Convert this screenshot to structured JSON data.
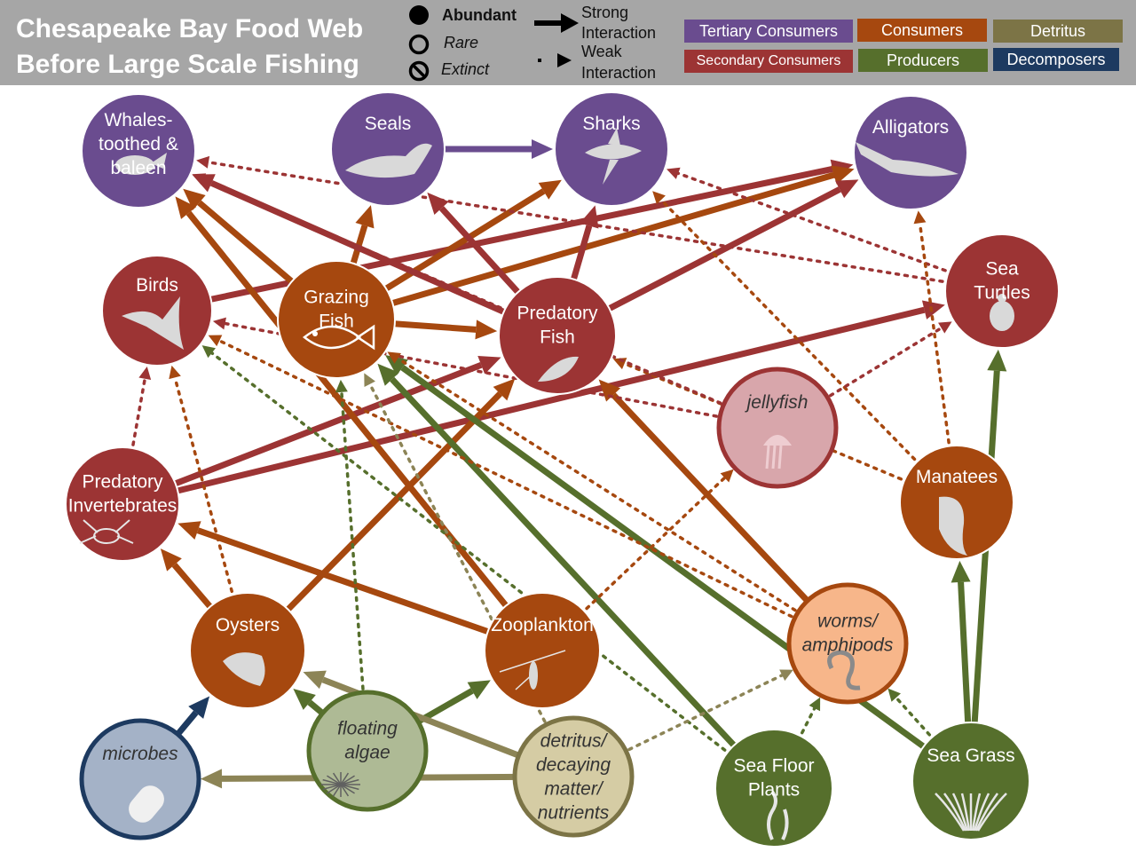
{
  "title": {
    "line1": "Chesapeake Bay Food Web",
    "line2": "Before Large Scale Fishing"
  },
  "legend": {
    "abundance": {
      "abundant": "Abundant",
      "rare": "Rare",
      "extinct": "Extinct"
    },
    "interaction": {
      "strong_1": "Strong",
      "strong_2": "Interaction",
      "weak_1": "Weak",
      "weak_2": "Interaction"
    },
    "categories": [
      {
        "label": "Tertiary Consumers",
        "color": "#6a4c8f"
      },
      {
        "label": "Consumers",
        "color": "#a6480f"
      },
      {
        "label": "Detritus",
        "color": "#7c7446"
      },
      {
        "label": "Secondary Consumers",
        "color": "#9c3434"
      },
      {
        "label": "Producers",
        "color": "#566f2c"
      },
      {
        "label": "Decomposers",
        "color": "#1d3a60"
      }
    ]
  },
  "nodes": [
    {
      "id": "whales",
      "lines": [
        "Whales-",
        "toothed &",
        "baleen"
      ],
      "category": "tertiary",
      "status": "abundant",
      "icon": "whale-icon"
    },
    {
      "id": "seals",
      "lines": [
        "Seals"
      ],
      "category": "tertiary",
      "status": "abundant",
      "icon": "seal-icon"
    },
    {
      "id": "sharks",
      "lines": [
        "Sharks"
      ],
      "category": "tertiary",
      "status": "abundant",
      "icon": "shark-icon"
    },
    {
      "id": "alligators",
      "lines": [
        "Alligators"
      ],
      "category": "tertiary",
      "status": "abundant",
      "icon": "alligator-icon"
    },
    {
      "id": "birds",
      "lines": [
        "Birds"
      ],
      "category": "secondary",
      "status": "abundant",
      "icon": "bird-icon"
    },
    {
      "id": "grazing",
      "lines": [
        "Grazing",
        "Fish"
      ],
      "category": "consumer",
      "status": "abundant",
      "icon": "fish-icon"
    },
    {
      "id": "predfish",
      "lines": [
        "Predatory",
        "Fish"
      ],
      "category": "secondary",
      "status": "abundant",
      "icon": "predatory-fish-icon"
    },
    {
      "id": "turtles",
      "lines": [
        "Sea",
        "Turtles"
      ],
      "category": "secondary",
      "status": "abundant",
      "icon": "turtle-icon"
    },
    {
      "id": "jellyfish",
      "lines": [
        "jellyfish"
      ],
      "category": "secondary",
      "status": "rare",
      "icon": "jellyfish-icon"
    },
    {
      "id": "predinv",
      "lines": [
        "Predatory",
        "Invertebrates"
      ],
      "category": "secondary",
      "status": "abundant",
      "icon": "crab-icon"
    },
    {
      "id": "manatees",
      "lines": [
        "Manatees"
      ],
      "category": "consumer",
      "status": "abundant",
      "icon": "manatee-icon"
    },
    {
      "id": "oysters",
      "lines": [
        "Oysters"
      ],
      "category": "consumer",
      "status": "abundant",
      "icon": "oyster-icon"
    },
    {
      "id": "zoo",
      "lines": [
        "Zooplankton"
      ],
      "category": "consumer",
      "status": "abundant",
      "icon": "zooplankton-icon"
    },
    {
      "id": "worms",
      "lines": [
        "worms/",
        "amphipods"
      ],
      "category": "consumer",
      "status": "rare",
      "icon": "worm-icon"
    },
    {
      "id": "microbes",
      "lines": [
        "microbes"
      ],
      "category": "decomposer",
      "status": "rare",
      "icon": "microbe-icon"
    },
    {
      "id": "algae",
      "lines": [
        "floating",
        "algae"
      ],
      "category": "producer",
      "status": "rare",
      "icon": "algae-icon"
    },
    {
      "id": "detritus",
      "lines": [
        "detritus/",
        "decaying",
        "matter/",
        "nutrients"
      ],
      "category": "detritus",
      "status": "rare",
      "icon": ""
    },
    {
      "id": "seafloor",
      "lines": [
        "Sea Floor",
        "Plants"
      ],
      "category": "producer",
      "status": "abundant",
      "icon": "seaweed-icon"
    },
    {
      "id": "seagrass",
      "lines": [
        "Sea Grass"
      ],
      "category": "producer",
      "status": "abundant",
      "icon": "seagrass-icon"
    }
  ],
  "links": [
    {
      "from": "seals",
      "to": "sharks",
      "type": "strong"
    },
    {
      "from": "birds",
      "to": "alligators",
      "type": "strong"
    },
    {
      "from": "grazing",
      "to": "alligators",
      "type": "strong"
    },
    {
      "from": "grazing",
      "to": "sharks",
      "type": "strong"
    },
    {
      "from": "grazing",
      "to": "seals",
      "type": "strong"
    },
    {
      "from": "grazing",
      "to": "whales",
      "type": "strong"
    },
    {
      "from": "grazing",
      "to": "predfish",
      "type": "strong"
    },
    {
      "from": "predfish",
      "to": "whales",
      "type": "strong"
    },
    {
      "from": "predfish",
      "to": "seals",
      "type": "strong"
    },
    {
      "from": "predfish",
      "to": "sharks",
      "type": "strong"
    },
    {
      "from": "predfish",
      "to": "alligators",
      "type": "strong"
    },
    {
      "from": "predinv",
      "to": "turtles",
      "type": "strong"
    },
    {
      "from": "predinv",
      "to": "predfish",
      "type": "strong"
    },
    {
      "from": "oysters",
      "to": "predinv",
      "type": "strong"
    },
    {
      "from": "oysters",
      "to": "predfish",
      "type": "strong"
    },
    {
      "from": "zoo",
      "to": "predinv",
      "type": "strong"
    },
    {
      "from": "zoo",
      "to": "whales",
      "type": "strong"
    },
    {
      "from": "worms",
      "to": "predfish",
      "type": "strong"
    },
    {
      "from": "microbes",
      "to": "oysters",
      "type": "strong"
    },
    {
      "from": "algae",
      "to": "oysters",
      "type": "strong"
    },
    {
      "from": "algae",
      "to": "zoo",
      "type": "strong"
    },
    {
      "from": "detritus",
      "to": "microbes",
      "type": "strong"
    },
    {
      "from": "detritus",
      "to": "oysters",
      "type": "strong"
    },
    {
      "from": "seafloor",
      "to": "grazing",
      "type": "strong"
    },
    {
      "from": "seagrass",
      "to": "grazing",
      "type": "strong"
    },
    {
      "from": "seagrass",
      "to": "manatees",
      "type": "strong"
    },
    {
      "from": "seagrass",
      "to": "turtles",
      "type": "strong"
    },
    {
      "from": "turtles",
      "to": "whales",
      "type": "weak"
    },
    {
      "from": "turtles",
      "to": "sharks",
      "type": "weak"
    },
    {
      "from": "manatees",
      "to": "alligators",
      "type": "weak"
    },
    {
      "from": "manatees",
      "to": "sharks",
      "type": "weak"
    },
    {
      "from": "manatees",
      "to": "predfish",
      "type": "weak"
    },
    {
      "from": "jellyfish",
      "to": "turtles",
      "type": "weak"
    },
    {
      "from": "jellyfish",
      "to": "whales",
      "type": "weak"
    },
    {
      "from": "jellyfish",
      "to": "birds",
      "type": "weak"
    },
    {
      "from": "predinv",
      "to": "birds",
      "type": "weak"
    },
    {
      "from": "oysters",
      "to": "birds",
      "type": "weak"
    },
    {
      "from": "zoo",
      "to": "jellyfish",
      "type": "weak"
    },
    {
      "from": "worms",
      "to": "birds",
      "type": "weak"
    },
    {
      "from": "worms",
      "to": "grazing",
      "type": "weak"
    },
    {
      "from": "seafloor",
      "to": "birds",
      "type": "weak"
    },
    {
      "from": "seafloor",
      "to": "worms",
      "type": "weak"
    },
    {
      "from": "seagrass",
      "to": "worms",
      "type": "weak"
    },
    {
      "from": "detritus",
      "to": "grazing",
      "type": "weak"
    },
    {
      "from": "detritus",
      "to": "worms",
      "type": "weak"
    },
    {
      "from": "algae",
      "to": "grazing",
      "type": "weak"
    }
  ]
}
